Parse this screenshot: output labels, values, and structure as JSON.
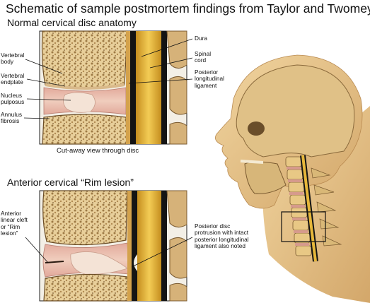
{
  "title": "Schematic of sample postmortem findings from Taylor and Twomey",
  "panel_top": {
    "heading": "Normal cervical disc anatomy",
    "caption": "Cut-away view through disc",
    "labels": {
      "vertebral_body": "Vertebral body",
      "vertebral_endplate": "Vertebral endplate",
      "nucleus_pulposus": "Nucleus pulposus",
      "annulus_fibrosis": "Annulus fibrosis",
      "dura": "Dura",
      "spinal_cord": "Spinal cord",
      "posterior_ligament": "Posterior longitudinal ligament"
    }
  },
  "panel_bottom": {
    "heading": "Anterior cervical “Rim lesion”",
    "labels": {
      "rim_lesion": "Anterior linear cleft or “Rim lesion”",
      "protrusion": "Posterior disc protrusion with intact posterior longitudinal ligament also noted"
    }
  },
  "colors": {
    "bone": "#e8cf9a",
    "bone_dots": "#8a6a3c",
    "disc": "#e7c0b0",
    "nucleus": "#efd9c9",
    "cord": "#e6b73a",
    "dura": "#0d0d0d",
    "skin": "#e6c287",
    "skull": "#d9b877"
  },
  "icons": [
    "vertebra-illustration",
    "head-neck-illustration"
  ]
}
